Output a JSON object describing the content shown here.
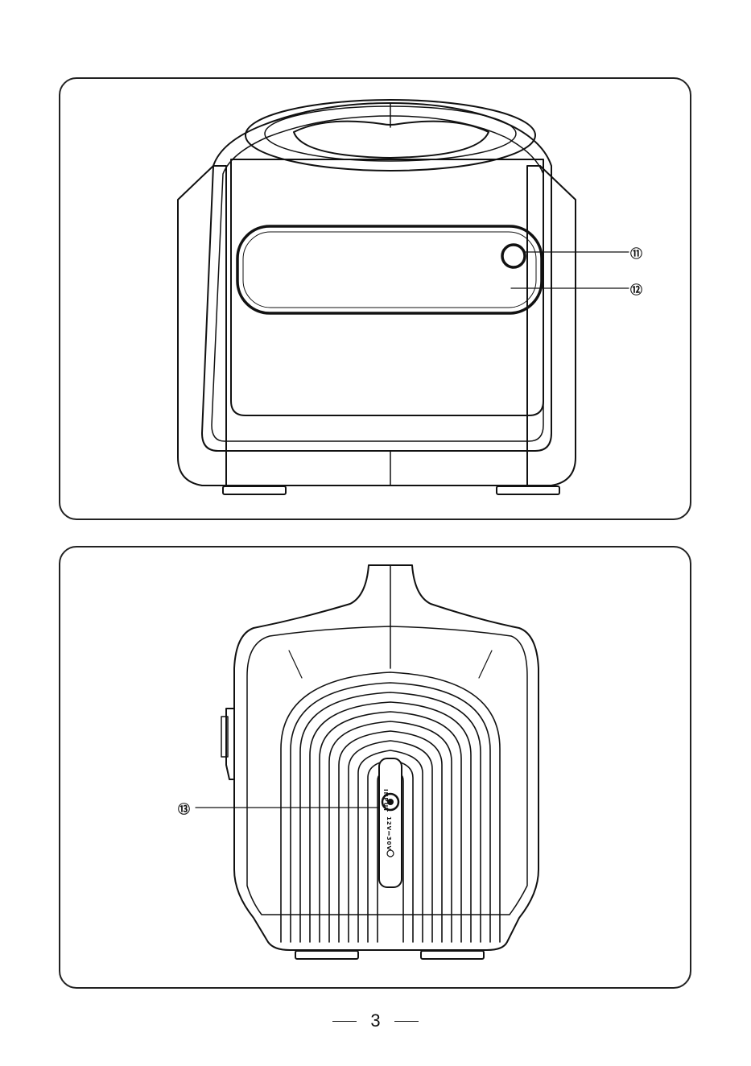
{
  "front_view": {
    "callouts": [
      {
        "number": "11",
        "label": "⑪"
      },
      {
        "number": "12",
        "label": "⑫"
      }
    ]
  },
  "back_view": {
    "callouts": [
      {
        "number": "13",
        "label": "⑬"
      }
    ],
    "port": {
      "label": "INPUT",
      "spec": "12V⎓30V"
    }
  },
  "footer": {
    "page_number": "3"
  },
  "colors": {
    "line": "#111111",
    "background": "#ffffff"
  }
}
